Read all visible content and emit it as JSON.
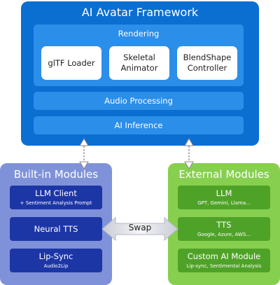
{
  "framework": {
    "title": "AI Avatar Framework",
    "rendering": {
      "label": "Rendering",
      "components": [
        "glTF Loader",
        "Skeletal\nAnimator",
        "BlendShape\nController"
      ]
    },
    "audio_processing": "Audio Processing",
    "ai_inference": "AI Inference"
  },
  "builtin": {
    "title": "Built-in Modules",
    "modules": [
      {
        "name": "LLM Client",
        "sub": "+ Sentiment Analysis Prompt"
      },
      {
        "name": "Neural TTS",
        "sub": ""
      },
      {
        "name": "Lip-Sync",
        "sub": "Audio2Lip"
      }
    ]
  },
  "external": {
    "title": "External Modules",
    "modules": [
      {
        "name": "LLM",
        "sub": "GPT, Gemini, Llama..."
      },
      {
        "name": "TTS",
        "sub": "Google, Azure, AWS..."
      },
      {
        "name": "Custom AI Module",
        "sub": "Lip-sync, Sentimental Analysis"
      }
    ]
  },
  "swap": {
    "label": "Swap"
  },
  "colors": {
    "framework": "#0b6ed1",
    "framework_inner": "#2b8ee9",
    "builtin": "#7f92d9",
    "builtin_module": "#1d36a6",
    "external": "#87cf4e",
    "external_module": "#4fa228"
  }
}
